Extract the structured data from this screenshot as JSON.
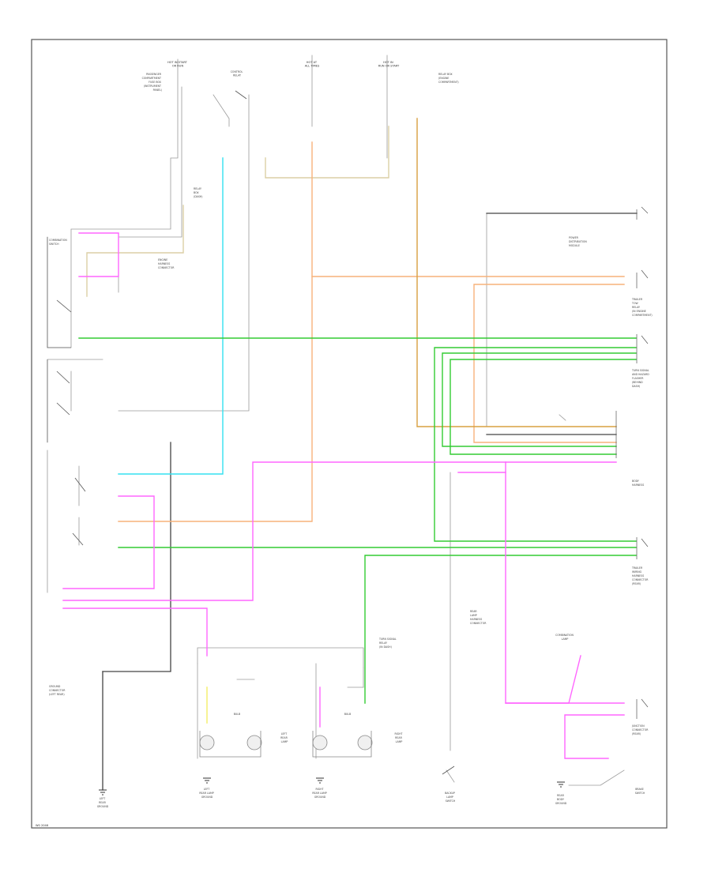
{
  "diagram": {
    "page_ref": "W0 2046",
    "colors": {
      "frame": "#555555",
      "wire_gray": "#9a9a9a",
      "wire_black": "#444444",
      "wire_tan": "#dccfa6",
      "wire_orange": "#f7b27a",
      "wire_green": "#33cc33",
      "wire_pink": "#ff66ff",
      "wire_cyan": "#33e0f0",
      "wire_yellow": "#f5f07a",
      "wire_amber": "#d8a040"
    },
    "blocks": {
      "fuse_top_left": [
        "HOT IN START",
        "OR RUN"
      ],
      "fuse_top_mid": [
        "HOT AT",
        "ALL TIMES"
      ],
      "fuse_top_right": [
        "HOT IN",
        "RUN OR START"
      ],
      "fuse_box_left": [
        "PASSENGER",
        "COMPARTMENT",
        "FUSE BOX",
        "(INSTRUMENT",
        "PANEL)"
      ],
      "fuse_box_right": [
        "RELAY BOX",
        "(ENGINE",
        "COMPARTMENT)"
      ],
      "relay_box": [
        "CONTROL",
        "RELAY"
      ],
      "left_relay": [
        "RELAY",
        "BOX",
        "(DASH)"
      ],
      "left_switch": [
        "COMBINATION",
        "SWITCH"
      ],
      "left_connector": [
        "ENGINE",
        "HARNESS",
        "CONNECTOR"
      ],
      "right_module_1": [
        "POWER",
        "DISTRIBUTION",
        "MODULE"
      ],
      "right_module_2": [
        "TRAILER",
        "TOW",
        "RELAY",
        "(IN ENGINE",
        "COMPARTMENT)"
      ],
      "right_module_3": [
        "TURN SIGNAL",
        "AND HAZARD",
        "FLASHER",
        "(BEHIND",
        "DASH)"
      ],
      "right_connector": [
        "BODY",
        "HARNESS"
      ],
      "right_module_4": [
        "TRAILER",
        "WIRING",
        "HARNESS",
        "CONNECTOR",
        "(REAR)"
      ],
      "center_relay": [
        "TURN SIGNAL",
        "RELAY",
        "(IN DASH)"
      ],
      "rear_module": [
        "REAR",
        "LAMP",
        "HARNESS",
        "CONNECTOR"
      ],
      "small_module": [
        "COMBINATION",
        "LAMP"
      ],
      "bottom_right_connector": [
        "JUNCTION",
        "CONNECTOR",
        "(REAR)"
      ],
      "bottom_left_connector": [
        "GROUND",
        "CONNECTOR",
        "(LEFT REAR)"
      ],
      "ground_1": [
        "LEFT",
        "REAR",
        "GROUND"
      ],
      "ground_2": [
        "LEFT",
        "REAR LAMP",
        "GROUND"
      ],
      "ground_3": [
        "RIGHT",
        "REAR LAMP",
        "GROUND"
      ],
      "sensor": [
        "BACKUP",
        "LAMP",
        "SWITCH"
      ],
      "ground_4": [
        "REAR",
        "BODY",
        "GROUND"
      ],
      "switch_br": [
        "BRAKE",
        "SWITCH"
      ],
      "lamp_left": [
        "LEFT",
        "REAR",
        "LAMP"
      ],
      "lamp_right": [
        "RIGHT",
        "REAR",
        "LAMP"
      ],
      "bulb_left": [
        "BULB"
      ],
      "bulb_right": [
        "BULB"
      ]
    }
  }
}
